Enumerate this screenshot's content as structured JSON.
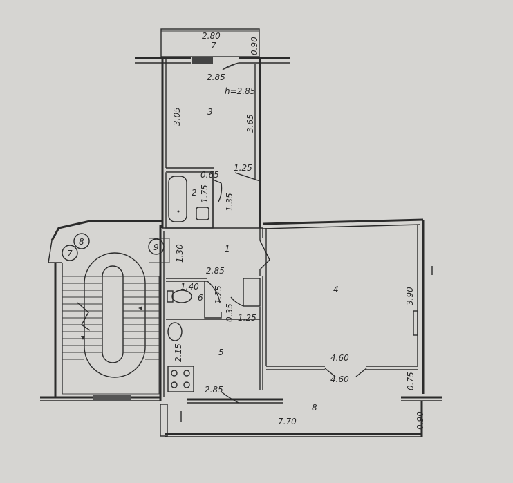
{
  "plan": {
    "rooms": [
      {
        "id": "room-7-top",
        "label": "7"
      },
      {
        "id": "room-3",
        "label": "3"
      },
      {
        "id": "room-2",
        "label": "2"
      },
      {
        "id": "room-1",
        "label": "1"
      },
      {
        "id": "room-6",
        "label": "6"
      },
      {
        "id": "room-5",
        "label": "5"
      },
      {
        "id": "room-4",
        "label": "4"
      },
      {
        "id": "room-8",
        "label": "8"
      }
    ],
    "stair_markers": [
      "7",
      "8",
      "9"
    ],
    "dimensions": {
      "top_width": "2.80",
      "top_depth": "0.90",
      "room3_width": "2.85",
      "room3_height_note": "h=2.85",
      "room3_left": "3.05",
      "room3_right": "3.65",
      "bath_w": "0.65",
      "bath_door": "1.25",
      "bath_h": "1.75",
      "bath_h2": "1.35",
      "hall_left": "1.30",
      "hall_width": "2.85",
      "wc_w": "1.40",
      "wc_h": "1.25",
      "wc_gap": "0.35",
      "wc_door": "1.25",
      "kitchen_h": "2.15",
      "kitchen_w": "2.85",
      "room4_h": "3.90",
      "room4_w1": "4.60",
      "room4_w2": "4.60",
      "balc_right": "0.75",
      "balcony_w": "7.70",
      "balcony_h": "0.90"
    }
  }
}
